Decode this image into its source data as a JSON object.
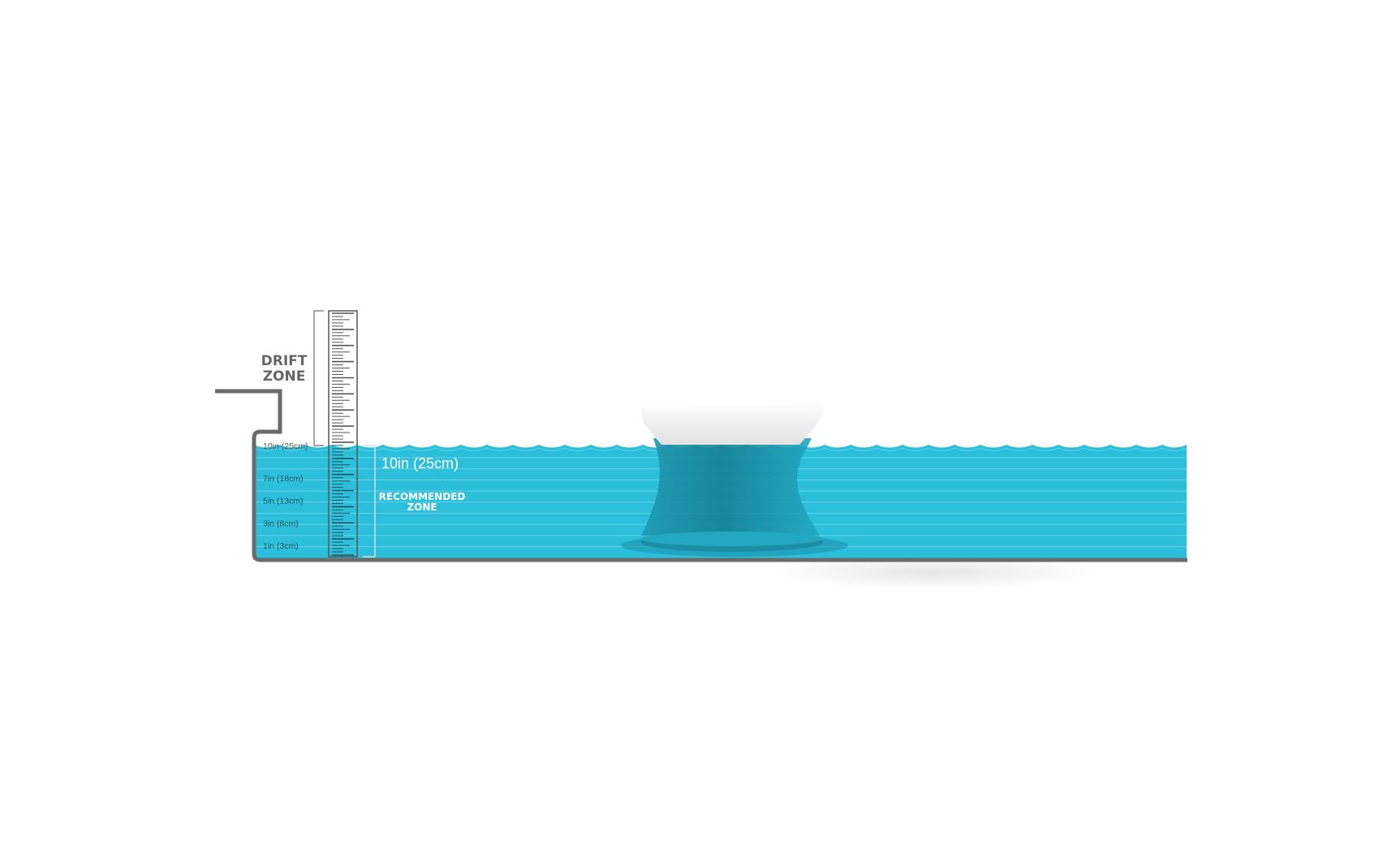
{
  "labels": {
    "drift_line1": "DRIFT",
    "drift_line2": "ZONE",
    "depth_callout": "10in (25cm)",
    "recommended_line1": "RECOMMENDED",
    "recommended_line2": "ZONE"
  },
  "depth_marks": [
    {
      "label": "10in (25cm)",
      "inches": 10
    },
    {
      "label": "7in (18cm)",
      "inches": 7
    },
    {
      "label": "5in (13cm)",
      "inches": 5
    },
    {
      "label": "3in (8cm)",
      "inches": 3
    },
    {
      "label": "1in (3cm)",
      "inches": 1
    }
  ],
  "colors": {
    "water": "#2bbfdb",
    "water_line": "#7fd8ea",
    "pool_wall": "#6b6b6b",
    "label_dark": "#666666",
    "label_light": "#ffffff",
    "stool": "#f3f3f3"
  }
}
